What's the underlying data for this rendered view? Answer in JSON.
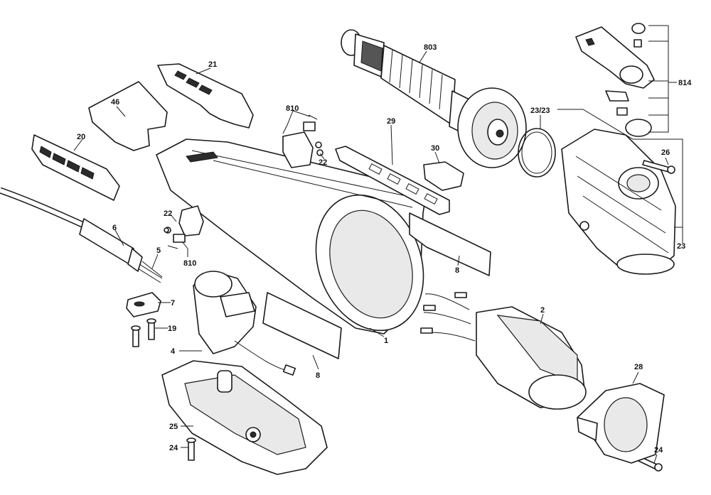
{
  "labels": {
    "p1": "1",
    "p2": "2",
    "p4": "4",
    "p5": "5",
    "p6": "6",
    "p7": "7",
    "p8a": "8",
    "p8b": "8",
    "p19": "19",
    "p20": "20",
    "p21": "21",
    "p22a": "22",
    "p22b": "22",
    "p23a": "23/23",
    "p23b": "23",
    "p24a": "24",
    "p24b": "24",
    "p25": "25",
    "p26": "26",
    "p28": "28",
    "p29": "29",
    "p30": "30",
    "p46": "46",
    "p803": "803",
    "p810a": "810",
    "p810b": "810",
    "p814": "814"
  }
}
